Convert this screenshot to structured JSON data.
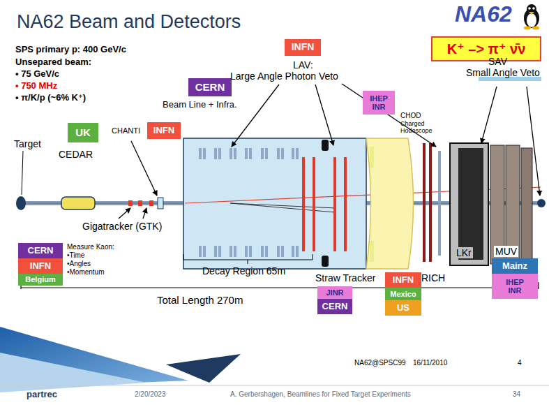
{
  "diagram": {
    "title": "NA62 Beam and Detectors",
    "nodes": [
      {
        "text": [
          "K⁺ –> π⁺ ν̄ν"
        ]
      },
      {
        "text": [
          "INFN"
        ]
      },
      {
        "text": [
          "CERN"
        ]
      },
      {
        "text": [
          "IHEP INR"
        ]
      },
      {
        "text": [
          "INFN"
        ]
      },
      {
        "text": [
          "UK"
        ]
      },
      {
        "text": [
          "CERN"
        ]
      },
      {
        "text": [
          "INFN"
        ]
      },
      {
        "text": [
          "Belgium"
        ]
      },
      {
        "text": [
          "JINR"
        ]
      },
      {
        "text": [
          "CERN"
        ]
      },
      {
        "text": [
          "INFN"
        ]
      },
      {
        "text": [
          "Mexico"
        ]
      },
      {
        "text": [
          "US"
        ]
      },
      {
        "text": [
          "Mainz"
        ]
      },
      {
        "text": [
          "IHEP INR"
        ]
      }
    ],
    "labels": [
      "NA62",
      "SPS primary p: 400 GeV/c",
      "Unsepared beam:",
      "• 75 GeV/c",
      "• 750 MHz",
      "• π/K/p (~6% K⁺)",
      "LAV:",
      "Large Angle Photon Veto",
      "Beam Line + Infra.",
      "SAV",
      "Small Angle Veto",
      "CHANTI",
      "CHOD",
      "Charged Hodoscope",
      "Target",
      "CEDAR",
      "Gigatracker (GTK)",
      "Measure Kaon:",
      "•Time",
      "•Angles",
      "•Momentum",
      "Decay Region 65m",
      "Straw Tracker",
      "RICH",
      "LKr",
      "MUV",
      "Total Length 270m",
      "NA62@SPSC99",
      "16/11/2010",
      "4",
      "partrec",
      "2/20/2023",
      "A. Gerbershagen, Beamlines for Fixed Target Experiments",
      "34"
    ]
  }
}
